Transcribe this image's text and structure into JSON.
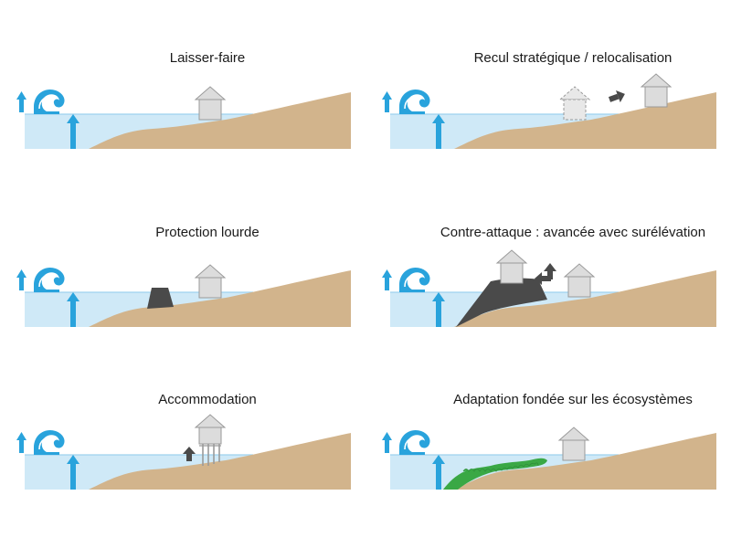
{
  "panels": [
    {
      "title": "Laisser-faire"
    },
    {
      "title": "Recul stratégique / relocalisation"
    },
    {
      "title": "Protection lourde"
    },
    {
      "title": "Contre-attaque : avancée avec surélévation"
    },
    {
      "title": "Accommodation"
    },
    {
      "title": "Adaptation fondée sur les écosystèmes"
    }
  ],
  "colors": {
    "water": "#cfe9f7",
    "water_line": "#9ed2ee",
    "land": "#d2b48c",
    "arrow_blue": "#29a3dc",
    "house_fill": "#dcdcdc",
    "house_stroke": "#9a9a9a",
    "dark": "#4a4a4a",
    "vegetation": "#3aa845"
  },
  "icons": [
    "wave-icon",
    "sea-level-rise-arrow-icon",
    "house-icon",
    "move-arrow-icon"
  ]
}
